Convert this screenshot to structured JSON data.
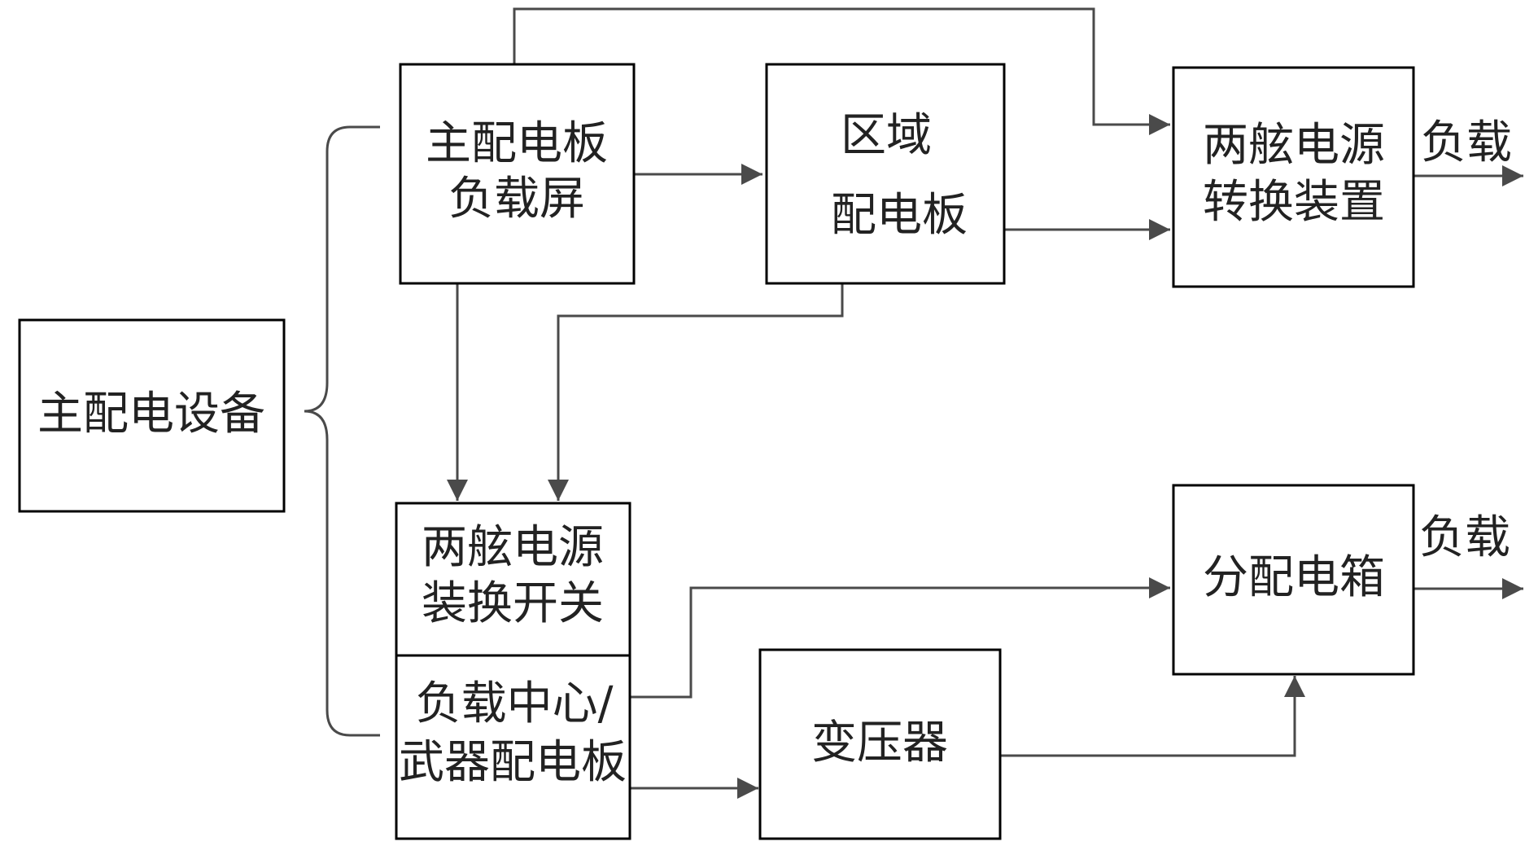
{
  "colors": {
    "box_border": "#000000",
    "connector": "#4a4a4a",
    "text": "#222222",
    "background": "#ffffff"
  },
  "nodes": {
    "main_equipment": {
      "label": "主配电设备"
    },
    "main_switchboard": {
      "line1": "主配电板",
      "line2": "负载屏"
    },
    "zone_switchboard": {
      "line1": "区域",
      "line2": "配电板"
    },
    "transfer_device": {
      "line1": "两舷电源",
      "line2": "转换装置"
    },
    "transfer_switch": {
      "line1": "两舷电源",
      "line2": "装换开关"
    },
    "load_center": {
      "line1": "负载中心/",
      "line2": "武器配电板"
    },
    "transformer": {
      "label": "变压器"
    },
    "distribution_box": {
      "label": "分配电箱"
    }
  },
  "outputs": {
    "load_top": "负载",
    "load_bottom": "负载"
  }
}
